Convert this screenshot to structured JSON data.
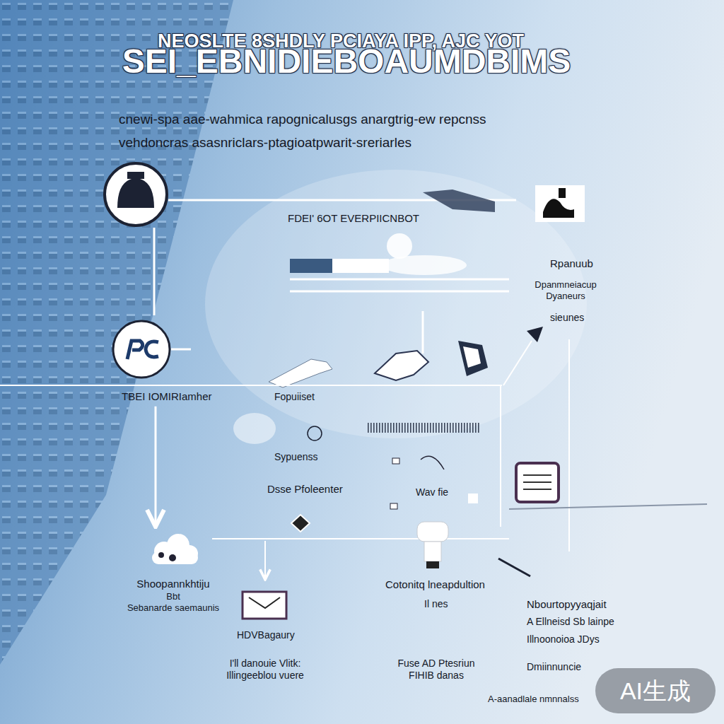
{
  "diagram": {
    "title": "SEI_EBNIDIEBOAUMDBIMS",
    "nodes": [
      {
        "text": [
          "TBEI IOMIRIamher"
        ]
      },
      {
        "text": [
          "Shoopannkhtiju",
          "Bbt",
          "Sebanarde saemaunis"
        ]
      }
    ],
    "edges": [
      {
        "from": 0,
        "to": 1,
        "arrow": "to"
      }
    ],
    "labels": [
      "NEOSLTE 8SHDLY PCIAYA IPP, AJC YOT",
      "cnewi-spa aae-wahmica rapognicalusgs anargtrig-ew repcnss",
      "vehdoncras asasnriclars-ptagioatpwarit-sreriarles",
      "FDEI' 6OT EVERPIICNBOT",
      "Rpanuub",
      "Dpanmneiacup Dyaneurs",
      "sieunes",
      "Fopuiiset",
      "Sypuenss",
      "Dsse Pfoleenter",
      "Wav fie",
      "Cotonitq lneapdultion",
      "Il nes",
      "HDVBagaury",
      "I'll danouie Vlitk: Illingeeblou vuere",
      "Fuse AD Ptesriun FIHIB danas",
      "Nbourtopyyaqjait",
      "A Ellneisd Sb lainpe",
      "Illnoonoioa JDys",
      "Dmiinnuncie",
      "A-aanadlale nmnnalss",
      "AI生成"
    ]
  }
}
